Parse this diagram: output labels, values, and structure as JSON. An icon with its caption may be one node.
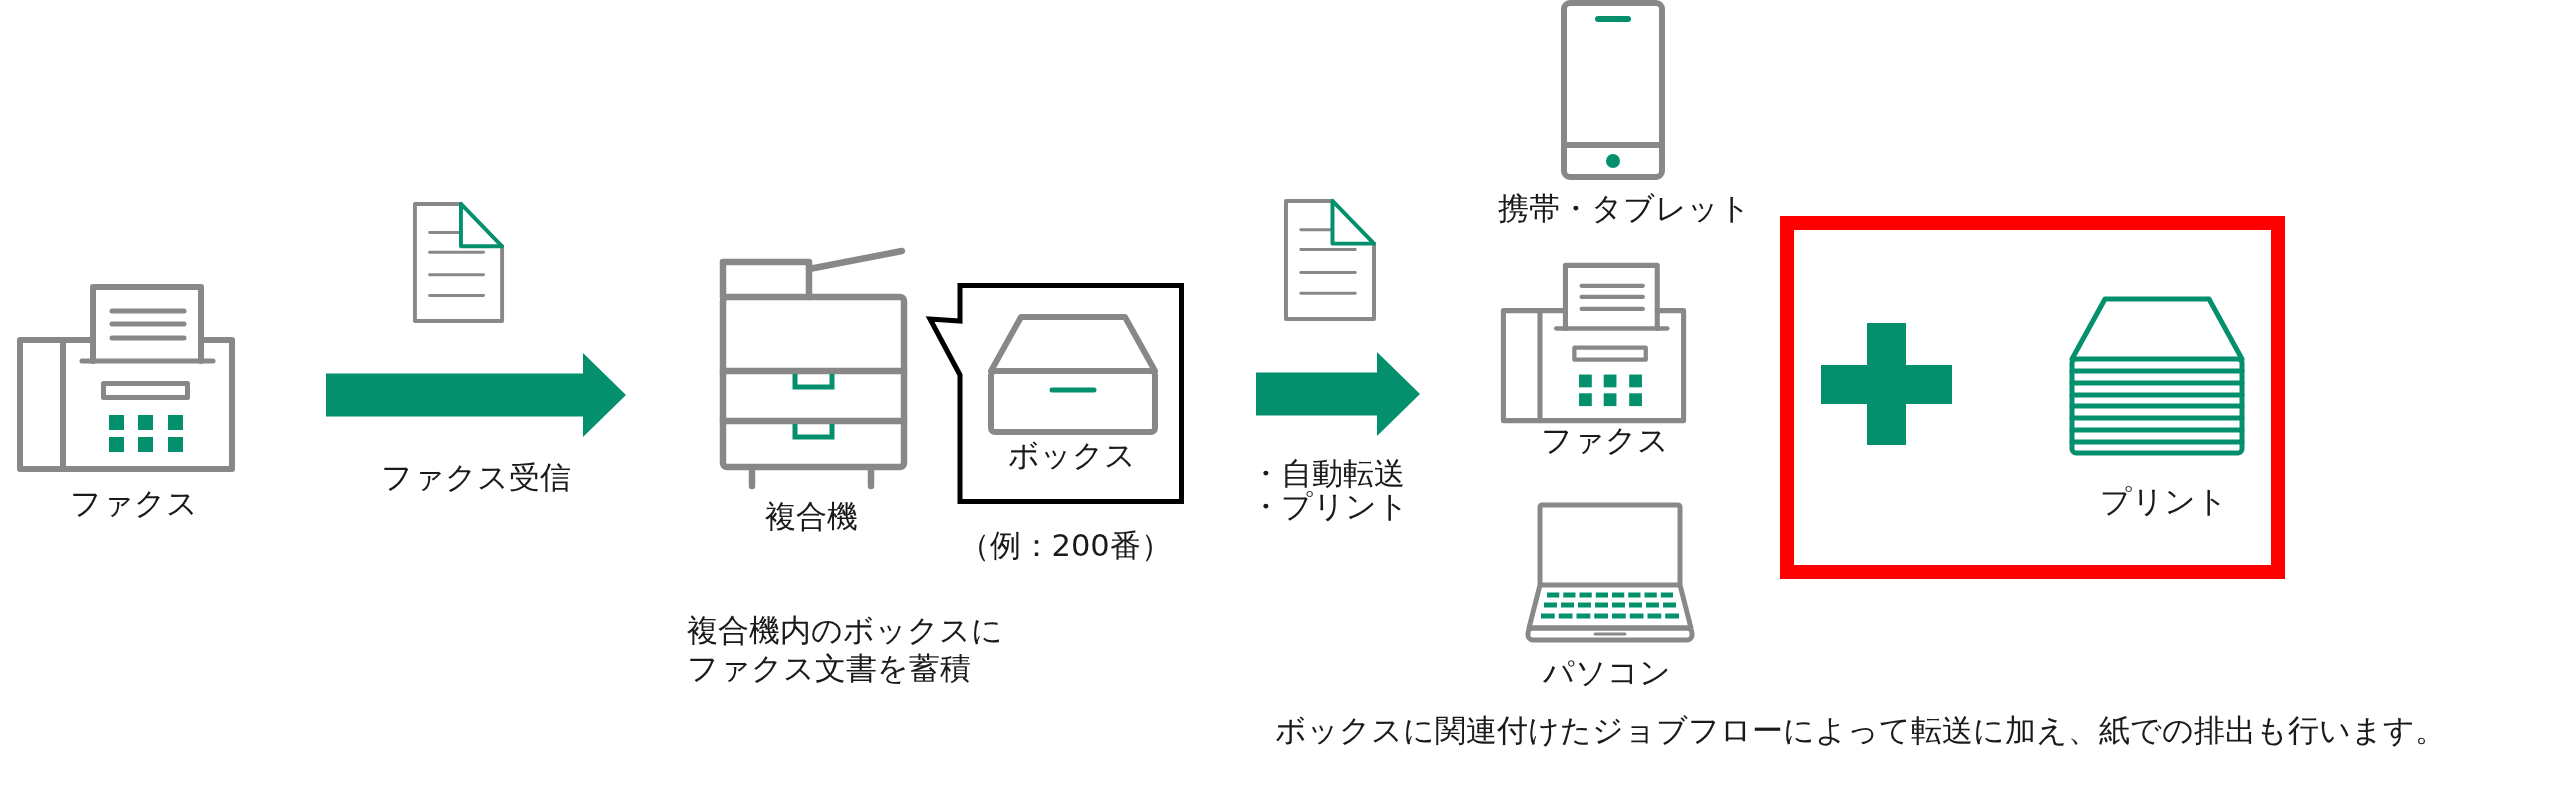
{
  "diagram": {
    "nodes": [
      {
        "text": [
          "ファクス"
        ]
      },
      {
        "text": [
          "複合機"
        ]
      },
      {
        "text": [
          "ボックス"
        ],
        "beside": [
          "（例：200番）"
        ]
      },
      {
        "text": [
          "携帯・タブレット"
        ]
      },
      {
        "text": [
          "ファクス"
        ]
      },
      {
        "text": [
          "パソコン"
        ]
      },
      {
        "text": [],
        "shape": "box"
      },
      {
        "text": [
          "プリント"
        ],
        "in": 6
      }
    ],
    "edges": [
      {
        "from": 0,
        "to": 1,
        "arrow": "to",
        "label": "ファクス受信"
      },
      {
        "from": 2,
        "to": 4,
        "arrow": "to",
        "label": "・自動転送・プリント"
      }
    ],
    "labels": [
      "複合機内のボックスにファクス文書を蓄積",
      "ボックスに関連付けたジョブフローによって転送に加え、紙での排出も行います。"
    ]
  }
}
